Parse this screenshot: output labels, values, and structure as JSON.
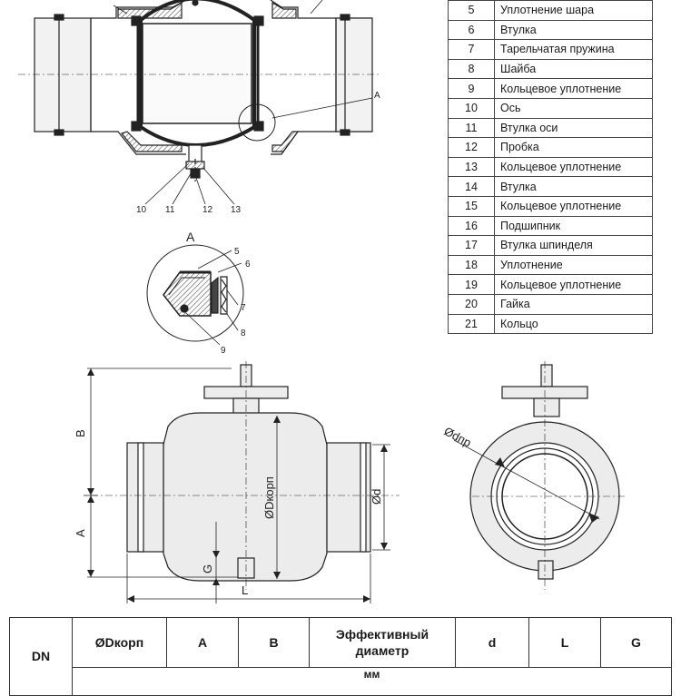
{
  "parts": [
    {
      "num": "5",
      "name": "Уплотнение шара"
    },
    {
      "num": "6",
      "name": "Втулка"
    },
    {
      "num": "7",
      "name": "Тарельчатая пружина"
    },
    {
      "num": "8",
      "name": "Шайба"
    },
    {
      "num": "9",
      "name": "Кольцевое уплотнение"
    },
    {
      "num": "10",
      "name": "Ось"
    },
    {
      "num": "11",
      "name": "Втулка оси"
    },
    {
      "num": "12",
      "name": "Пробка"
    },
    {
      "num": "13",
      "name": "Кольцевое уплотнение"
    },
    {
      "num": "14",
      "name": "Втулка"
    },
    {
      "num": "15",
      "name": "Кольцевое уплотнение"
    },
    {
      "num": "16",
      "name": "Подшипник"
    },
    {
      "num": "17",
      "name": "Втулка шпинделя"
    },
    {
      "num": "18",
      "name": "Уплотнение"
    },
    {
      "num": "19",
      "name": "Кольцевое уплотнение"
    },
    {
      "num": "20",
      "name": "Гайка"
    },
    {
      "num": "21",
      "name": "Кольцо"
    }
  ],
  "section_view": {
    "callout_letter": "A",
    "bottom_labels": [
      "10",
      "11",
      "12",
      "13"
    ]
  },
  "detail_a": {
    "title": "A",
    "labels": [
      "5",
      "6",
      "7",
      "8",
      "9"
    ]
  },
  "front_view": {
    "dim_b": "B",
    "dim_a": "A",
    "dim_dbody": "ØDкорп",
    "dim_d": "Ød",
    "dim_g": "G",
    "dim_l": "L"
  },
  "side_view": {
    "dim_dpass": "Ødпр"
  },
  "spec_table": {
    "headers": [
      "DN",
      "ØDкорп",
      "A",
      "B",
      "Эффективный диаметр",
      "d",
      "L",
      "G"
    ],
    "units": "мм"
  },
  "colors": {
    "line": "#222222",
    "body_fill": "#ececec",
    "seal_fill": "#555555"
  }
}
